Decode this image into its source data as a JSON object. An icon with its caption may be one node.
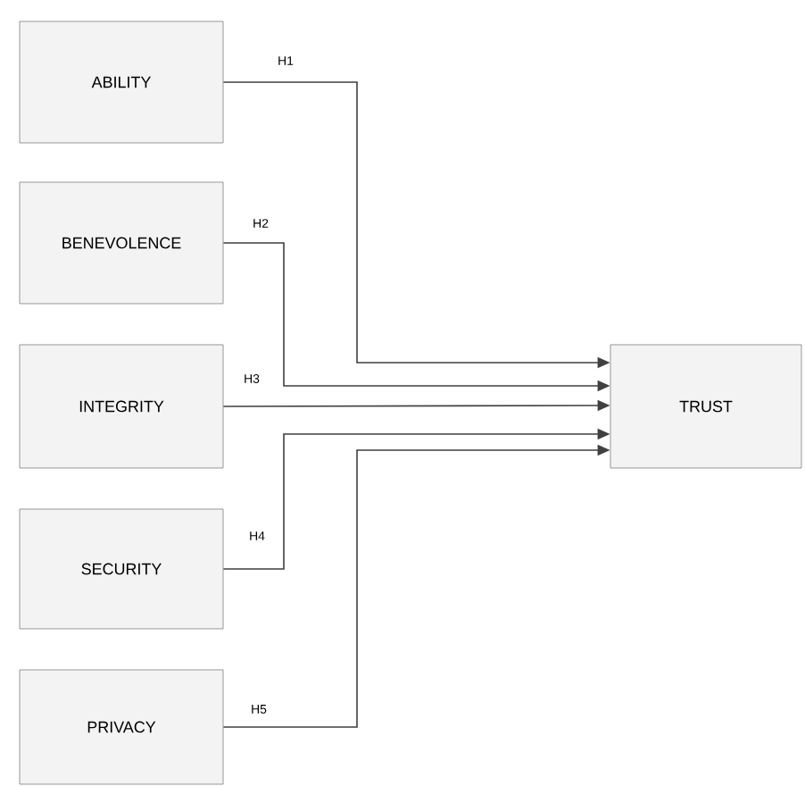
{
  "diagram": {
    "nodes": [
      {
        "text": [
          "ABILITY"
        ]
      },
      {
        "text": [
          "BENEVOLENCE"
        ]
      },
      {
        "text": [
          "INTEGRITY"
        ]
      },
      {
        "text": [
          "SECURITY"
        ]
      },
      {
        "text": [
          "PRIVACY"
        ]
      },
      {
        "text": [
          "TRUST"
        ]
      }
    ],
    "edges": [
      {
        "from": 0,
        "to": 5,
        "arrow": "to",
        "label": "H1"
      },
      {
        "from": 1,
        "to": 5,
        "arrow": "to",
        "label": "H2"
      },
      {
        "from": 2,
        "to": 5,
        "arrow": "to",
        "label": "H3"
      },
      {
        "from": 3,
        "to": 5,
        "arrow": "to",
        "label": "H4"
      },
      {
        "from": 4,
        "to": 5,
        "arrow": "to",
        "label": "H5"
      }
    ]
  }
}
